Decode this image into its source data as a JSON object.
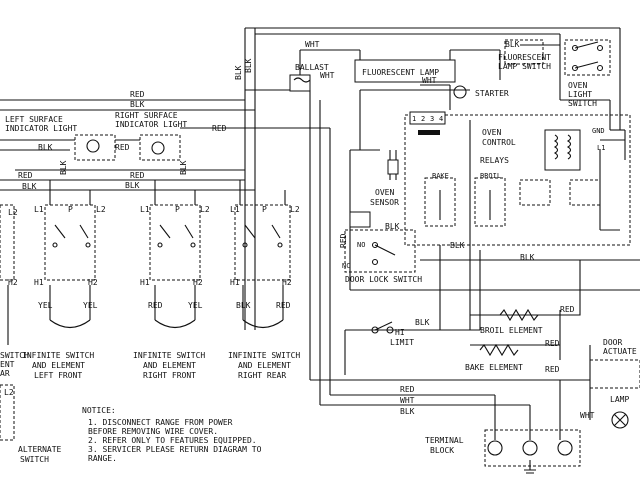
{
  "wire_labels": {
    "red": "RED",
    "blk": "BLK",
    "wht": "WHT",
    "yel": "YEL"
  },
  "components": {
    "ballast": "BALLAST",
    "fluorescent_lamp": "FLUORESCENT LAMP",
    "fluorescent_lamp_switch": [
      "FLUORESCENT",
      "LAMP SWITCH"
    ],
    "starter": "STARTER",
    "oven_light_switch": [
      "OVEN",
      "LIGHT",
      "SWITCH"
    ],
    "left_surface_indicator": [
      "LEFT SURFACE",
      "INDICATOR LIGHT"
    ],
    "right_surface_indicator": [
      "RIGHT SURFACE",
      "INDICATOR LIGHT"
    ],
    "oven_control": [
      "OVEN",
      "CONTROL"
    ],
    "relays": "RELAYS",
    "bake": "BAKE",
    "broil": "BROIL",
    "oven_sensor": [
      "OVEN",
      "SENSOR"
    ],
    "door_lock_switch": "DOOR LOCK SWITCH",
    "no": "NO",
    "nc": "NC",
    "hi_limit": [
      "HI",
      "LIMIT"
    ],
    "broil_element": "BROIL ELEMENT",
    "bake_element": "BAKE ELEMENT",
    "door_actuated": [
      "DOOR",
      "ACTUATE"
    ],
    "lamp": "LAMP",
    "terminal_block": [
      "TERMINAL",
      "BLOCK"
    ],
    "gnd": "GND",
    "l1": "L1",
    "l2": "L2",
    "p": "P",
    "h1": "H1",
    "h2": "H2",
    "pins": [
      "1",
      "2",
      "3",
      "4"
    ],
    "infinite_left_front": [
      "INFINITE SWITCH",
      "AND ELEMENT",
      "LEFT FRONT"
    ],
    "infinite_right_front": [
      "INFINITE SWITCH",
      "AND ELEMENT",
      "RIGHT FRONT"
    ],
    "infinite_right_rear": [
      "INFINITE SWITCH",
      "AND ELEMENT",
      "RIGHT REAR"
    ],
    "infinite_cut": [
      "SWITCH",
      "ENT",
      "AR"
    ],
    "alternate_switch": [
      "ALTERNATE",
      "SWITCH"
    ]
  },
  "notice": {
    "heading": "NOTICE:",
    "items": [
      "1. DISCONNECT RANGE FROM POWER",
      "   BEFORE REMOVING WIRE COVER.",
      "2. REFER ONLY TO FEATURES EQUIPPED.",
      "3. SERVICER PLEASE RETURN DIAGRAM TO",
      "   RANGE."
    ]
  }
}
